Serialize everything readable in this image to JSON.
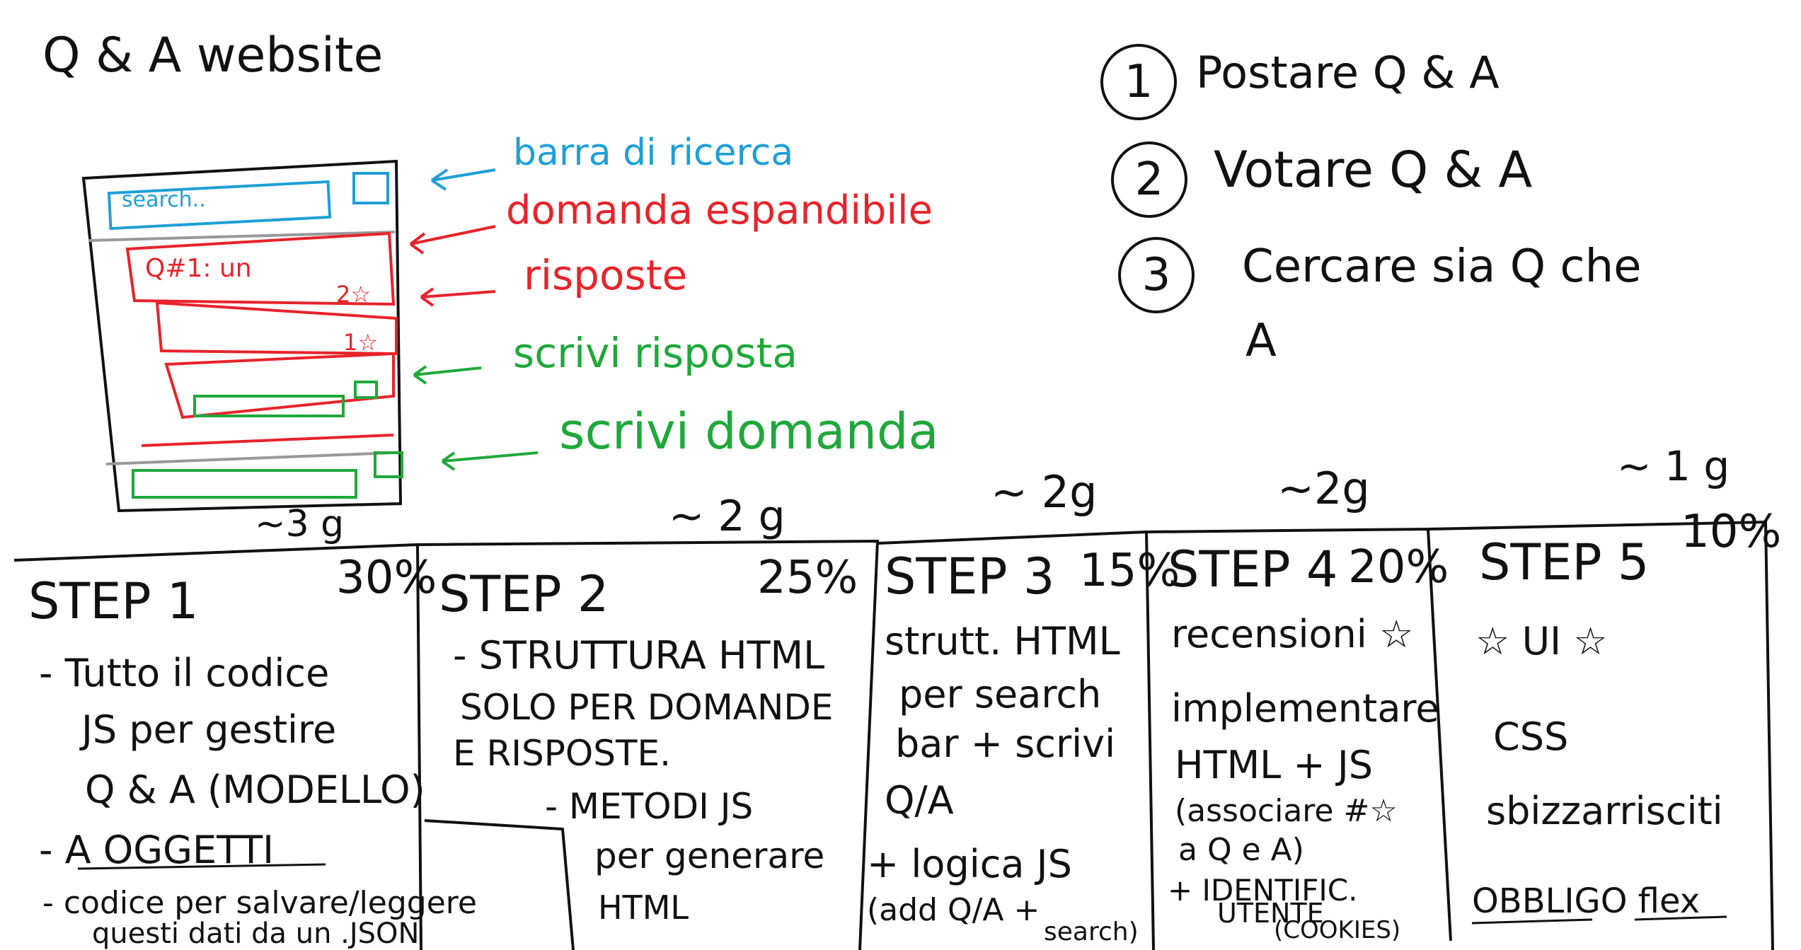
{
  "title": "Q & A  website",
  "goals": [
    {
      "num": "1",
      "text": "Postare Q & A"
    },
    {
      "num": "2",
      "text": "Votare  Q & A"
    },
    {
      "num": "3",
      "text": "Cercare sia Q che",
      "text2": "A"
    }
  ],
  "mockup": {
    "search_placeholder": "search..",
    "question_label": "Q#1: un",
    "answer1_votes": "2☆",
    "answer2_votes": "1☆"
  },
  "annotations": {
    "search_bar": "barra di ricerca",
    "expandable_question": "domanda espandibile",
    "answers": "risposte",
    "write_answer": "scrivi risposta",
    "write_question": "scrivi domanda"
  },
  "durations": [
    "~3 g",
    "~ 2 g",
    "~ 2g",
    "~2g",
    "~ 1 g"
  ],
  "steps": [
    {
      "title": "STEP 1",
      "percent": "30%",
      "lines": [
        "- Tutto il codice",
        "JS per gestire",
        "Q & A (MODELLO)",
        "- A OGGETTI",
        "- codice per salvare/leggere",
        "questi dati da un .JSON"
      ]
    },
    {
      "title": "STEP 2",
      "percent": "25%",
      "lines": [
        "- STRUTTURA HTML",
        "SOLO PER DOMANDE",
        "E RISPOSTE.",
        "- METODI JS",
        "per generare",
        "HTML"
      ]
    },
    {
      "title": "STEP 3",
      "percent": "15%",
      "lines": [
        "strutt. HTML",
        "per search",
        "bar + scrivi",
        "Q/A",
        "+ logica JS",
        "(add Q/A +",
        "search)"
      ]
    },
    {
      "title": "STEP 4",
      "percent": "20%",
      "lines": [
        "recensioni ☆",
        "implementare",
        "HTML + JS",
        "(associare #☆",
        "a Q e A)",
        "+ IDENTIFIC.",
        "UTENTE",
        "(COOKIES)"
      ]
    },
    {
      "title": "STEP 5",
      "percent": "10%",
      "lines": [
        "☆ UI ☆",
        "CSS",
        "sbizzarrisciti",
        "OBBLIGO flex"
      ]
    }
  ]
}
